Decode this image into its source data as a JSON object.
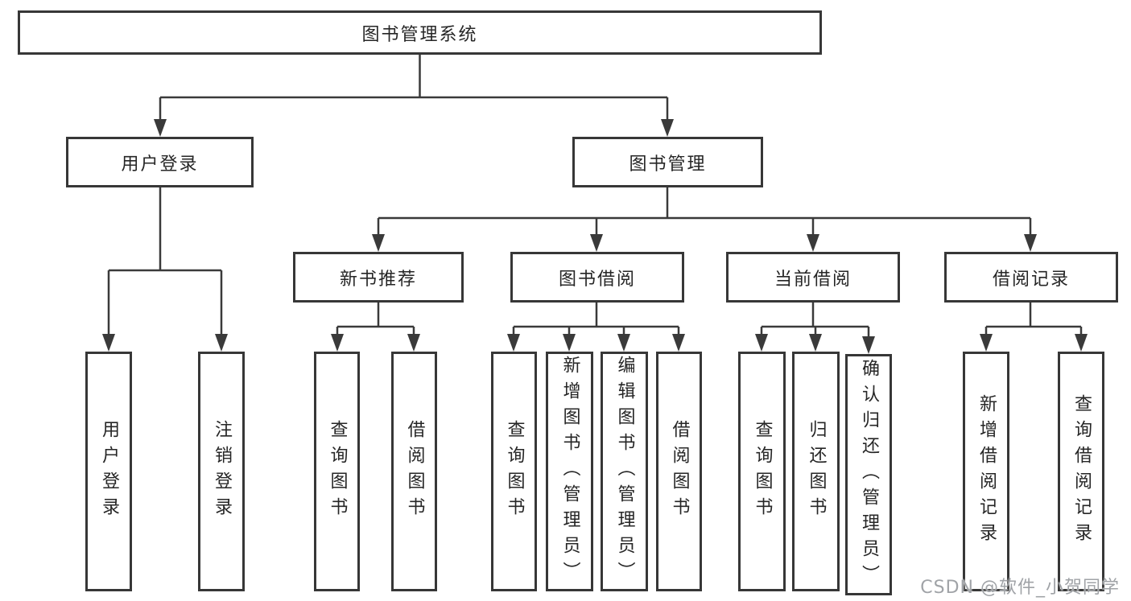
{
  "diagram": {
    "root": {
      "label": "图书管理系统"
    },
    "branches": [
      {
        "label": "用户登录",
        "leaves": [
          {
            "label": "用户登录"
          },
          {
            "label": "注销登录"
          }
        ]
      },
      {
        "label": "图书管理",
        "groups": [
          {
            "label": "新书推荐",
            "leaves": [
              {
                "label": "查询图书"
              },
              {
                "label": "借阅图书"
              }
            ]
          },
          {
            "label": "图书借阅",
            "leaves": [
              {
                "label": "查询图书"
              },
              {
                "label": "新增图书（管理员）"
              },
              {
                "label": "编辑图书（管理员）"
              },
              {
                "label": "借阅图书"
              }
            ]
          },
          {
            "label": "当前借阅",
            "leaves": [
              {
                "label": "查询图书"
              },
              {
                "label": "归还图书"
              },
              {
                "label": "确认归还（管理员）"
              }
            ]
          },
          {
            "label": "借阅记录",
            "leaves": [
              {
                "label": "新增借阅记录"
              },
              {
                "label": "查询借阅记录"
              }
            ]
          }
        ]
      }
    ]
  },
  "watermark": {
    "text": "CSDN @软件_小贺同学"
  },
  "colors": {
    "line": "#3a3a3a",
    "box_border": "#373737",
    "text": "#262626",
    "watermark": "#a0a3a7"
  }
}
